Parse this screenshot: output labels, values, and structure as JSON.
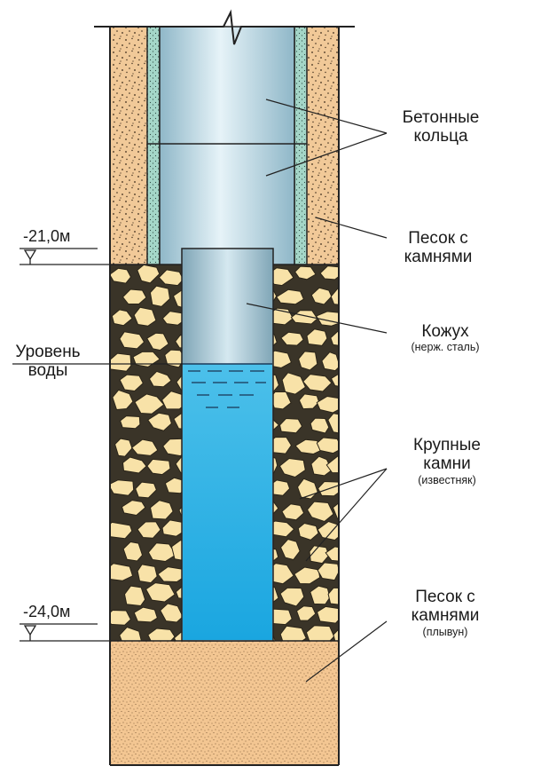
{
  "labels": {
    "concrete_rings": {
      "line1": "Бетонные",
      "line2": "кольца"
    },
    "sand_with_stones_top": {
      "line1": "Песок с",
      "line2": "камнями"
    },
    "casing": {
      "line1": "Кожух",
      "line2": "(нерж. сталь)"
    },
    "water_level": {
      "line1": "Уровень",
      "line2": "воды"
    },
    "large_stones": {
      "line1": "Крупные",
      "line2": "камни",
      "line3": "(известняк)"
    },
    "sand_with_stones_bottom": {
      "line1": "Песок с",
      "line2": "камнями",
      "line3": "(плывун)"
    }
  },
  "levels": {
    "upper": "-21,0м",
    "lower": "-24,0м"
  },
  "colors": {
    "sand": "#f1c998",
    "sand_dots": "#3a2a1a",
    "stone_fill": "#f8e2a8",
    "stone_gap": "#3a3428",
    "concrete_ring": "#b5d6e4",
    "ring_wall": "#9fd3c6",
    "casing": "#a7c7d6",
    "water": "#2fb2e6",
    "fine_sand": "#f3c692"
  }
}
